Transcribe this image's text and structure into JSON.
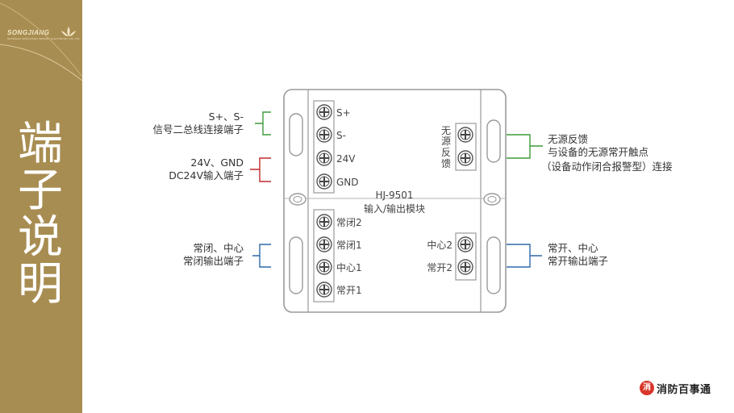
{
  "brand": {
    "name": "SONGJIANG",
    "subtitle": "SHANGHAI SONGJIANG FEISHEN ELECTRONIC CO.,LTD."
  },
  "page_title_chars": [
    "端",
    "子",
    "说",
    "明"
  ],
  "module": {
    "model": "HJ-9501",
    "name": "输入/输出模块"
  },
  "left_terminals_top": [
    "S+",
    "S-",
    "24V",
    "GND"
  ],
  "left_terminals_bottom": [
    "常闭2",
    "常闭1",
    "中心1",
    "常开1"
  ],
  "right_terminals_bottom": [
    "中心2",
    "常开2"
  ],
  "right_terminal_top_label": [
    "无",
    "源",
    "反",
    "馈"
  ],
  "callouts": {
    "bus": {
      "line1": "S+、S-",
      "line2": "信号二总线连接端子",
      "color": "#3f9a3a"
    },
    "power": {
      "line1": "24V、GND",
      "line2": "DC24V输入端子",
      "color": "#c0292b"
    },
    "nc_out": {
      "line1": "常闭、中心",
      "line2": "常闭输出端子",
      "color": "#2e6aa8"
    },
    "feedback": {
      "line1": "无源反馈",
      "line2": "与设备的无源常开触点",
      "line3": "（设备动作闭合报警型）连接",
      "color": "#3f9a3a"
    },
    "no_out": {
      "line1": "常开、中心",
      "line2": "常开输出端子",
      "color": "#2e6aa8"
    }
  },
  "footer_logo": {
    "mark": "消",
    "text": "消防百事通"
  }
}
